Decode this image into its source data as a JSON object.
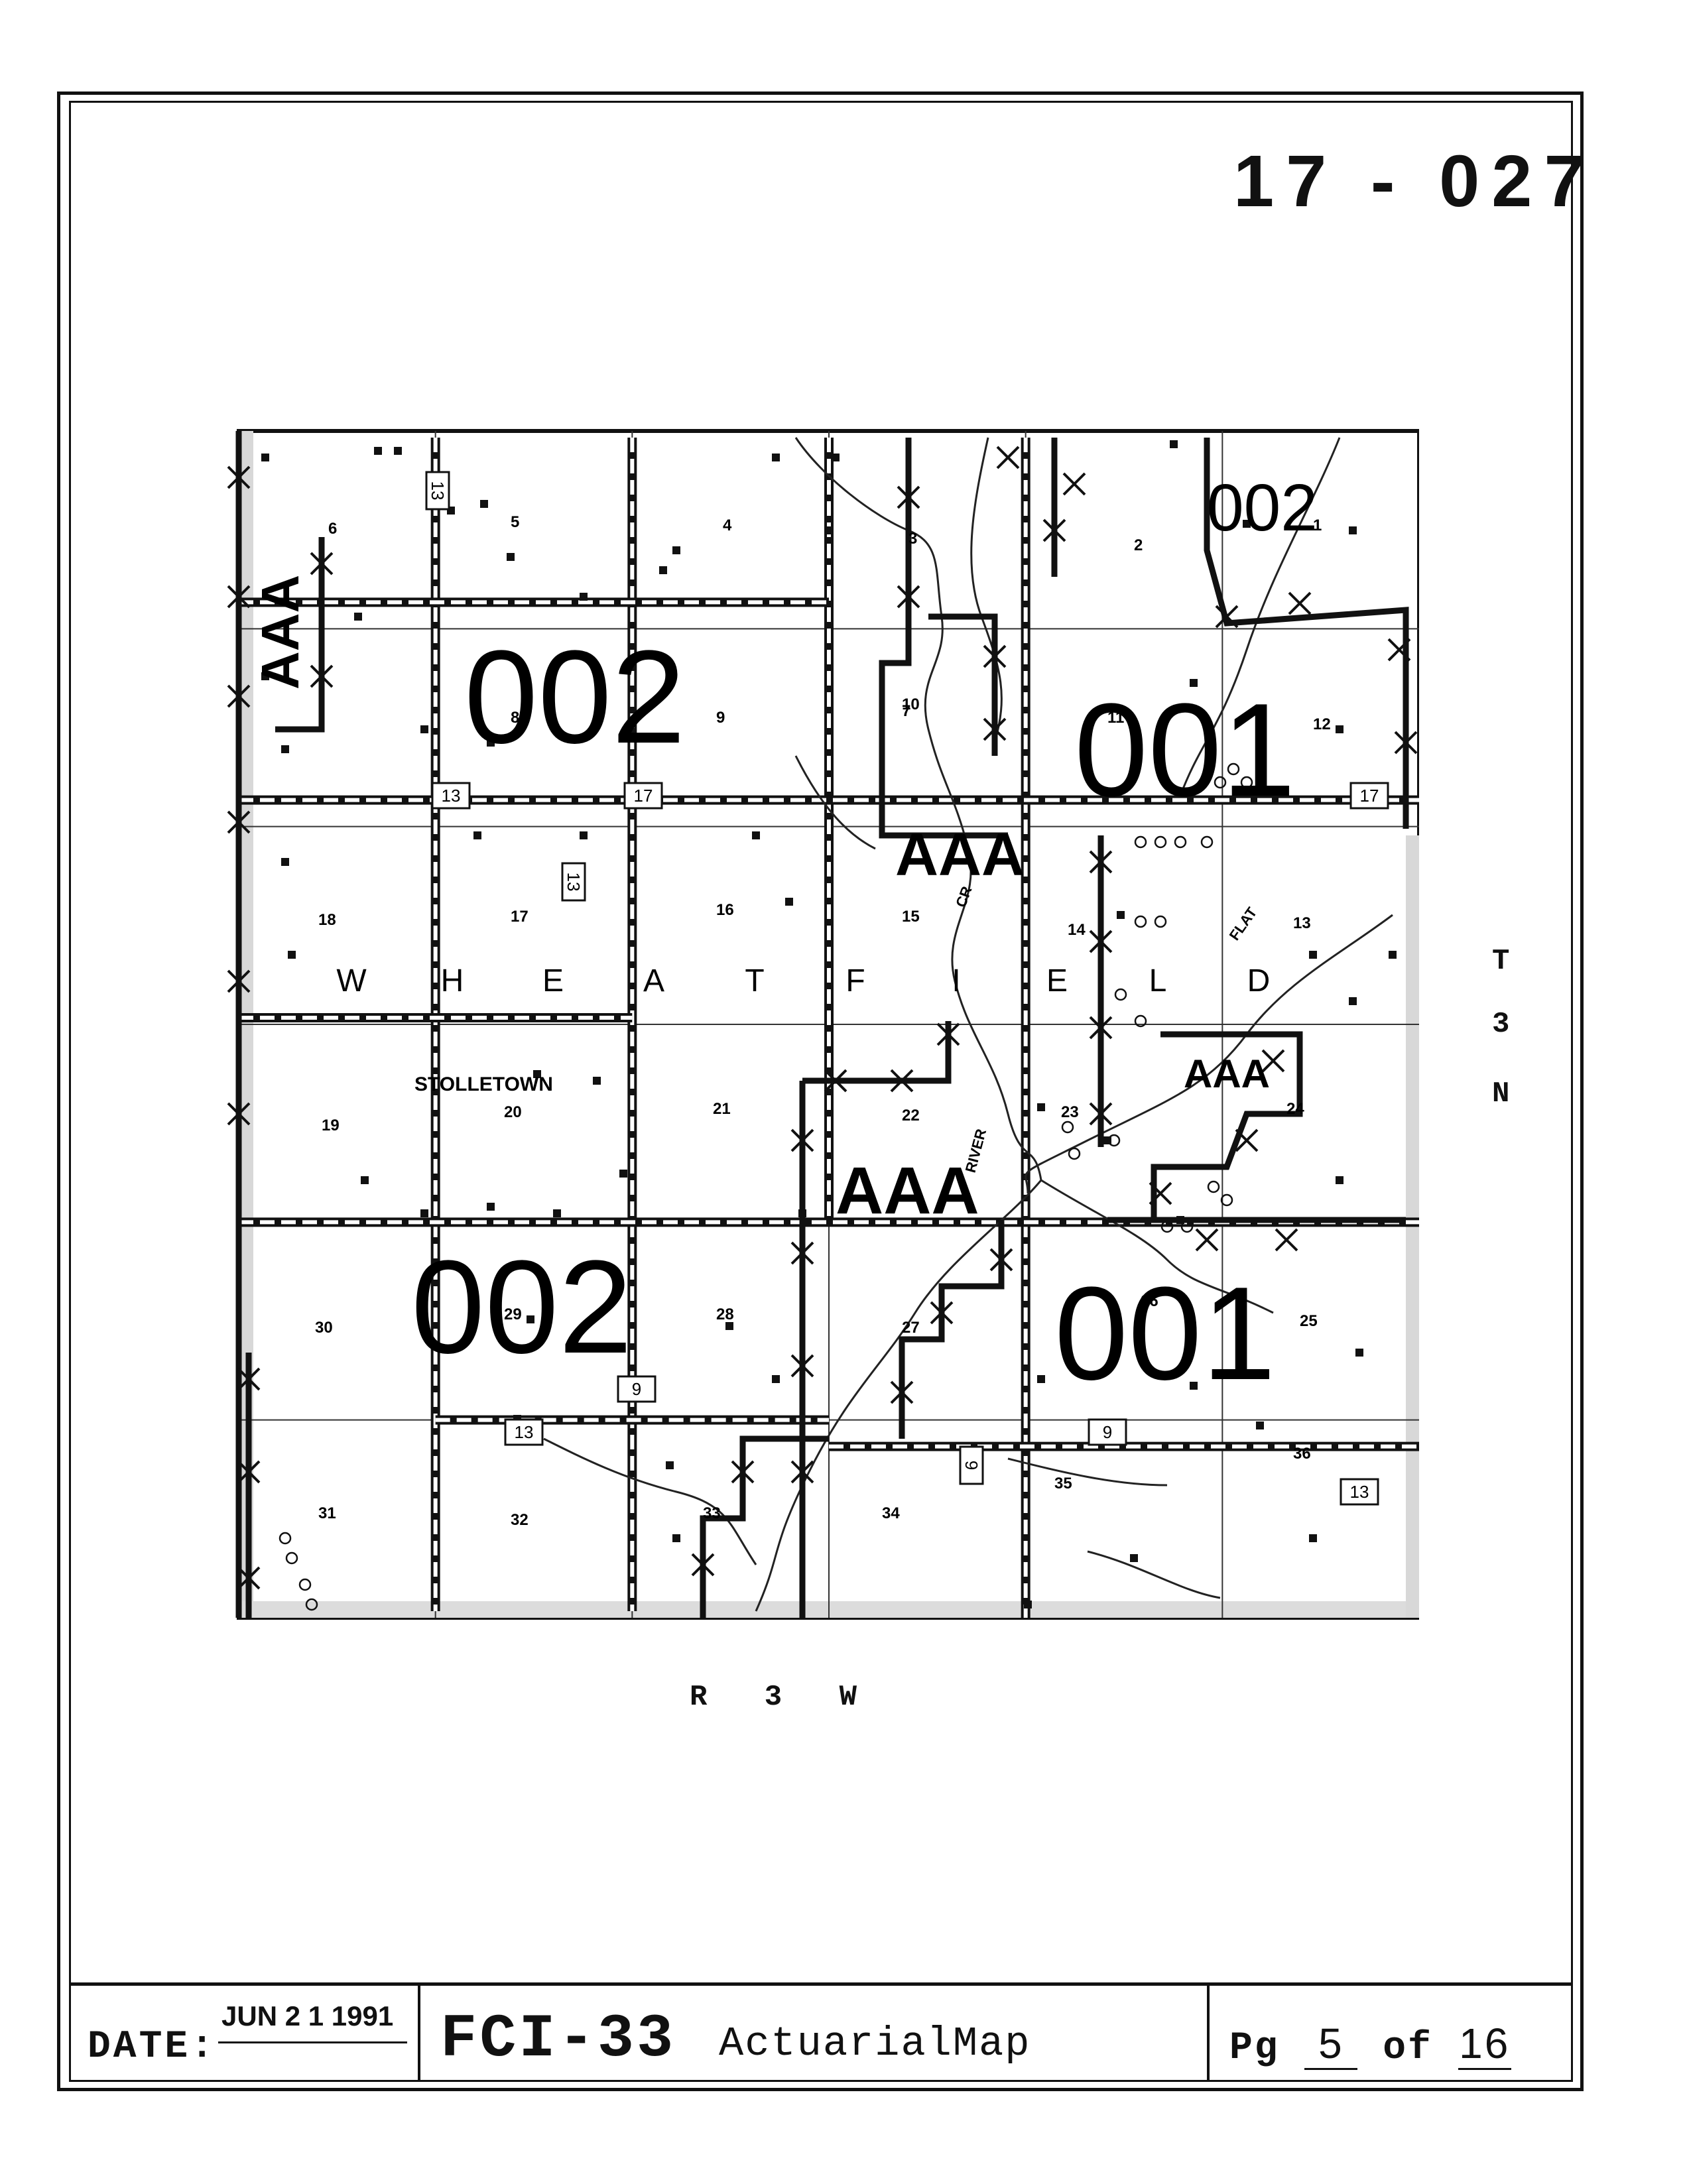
{
  "document": {
    "number": "17 - 027"
  },
  "map": {
    "township_label_chars": [
      "T",
      "3",
      "N"
    ],
    "range_label": "R 3 W",
    "township_name_letters": [
      "W",
      "H",
      "E",
      "A",
      "T",
      "F",
      "I",
      "E",
      "L",
      "D"
    ],
    "town": "STOLLETOWN",
    "river_labels": [
      "CR",
      "FLAT",
      "RIVER"
    ],
    "sections": [
      "1",
      "2",
      "3",
      "4",
      "5",
      "6",
      "7",
      "8",
      "9",
      "10",
      "11",
      "12",
      "13",
      "14",
      "15",
      "16",
      "17",
      "18",
      "19",
      "20",
      "21",
      "22",
      "23",
      "24",
      "25",
      "26",
      "27",
      "28",
      "29",
      "30",
      "31",
      "32",
      "33",
      "34",
      "35",
      "36"
    ],
    "risk_zone_labels": {
      "zone_002_large": "002",
      "zone_001_large": "001",
      "zone_aaa": "AAA"
    },
    "route_shields": [
      "13",
      "13",
      "13",
      "17",
      "17",
      "13",
      "9",
      "13",
      "9",
      "9"
    ]
  },
  "footer": {
    "date_label": "DATE:",
    "date_value": "JUN 2 1 1991",
    "title_main": "FCI-33",
    "title_sub": "ActuarialMap",
    "page_prefix": "Pg",
    "page_current": "5",
    "page_of": "of",
    "page_total": "16"
  }
}
